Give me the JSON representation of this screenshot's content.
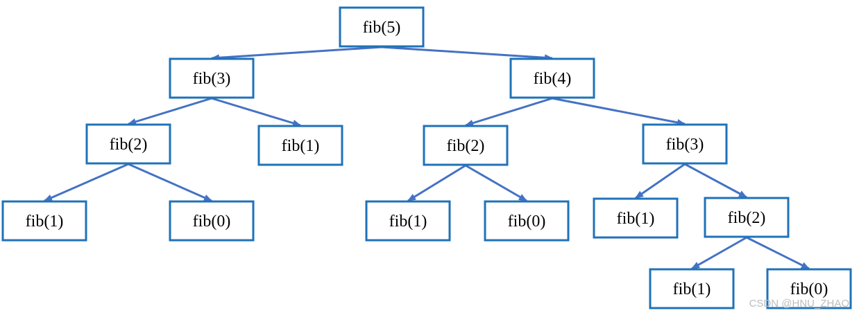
{
  "tree": {
    "nodes": [
      {
        "id": "n0",
        "label": "fib(5)"
      },
      {
        "id": "n1",
        "label": "fib(3)"
      },
      {
        "id": "n2",
        "label": "fib(4)"
      },
      {
        "id": "n3",
        "label": "fib(2)"
      },
      {
        "id": "n4",
        "label": "fib(1)"
      },
      {
        "id": "n5",
        "label": "fib(2)"
      },
      {
        "id": "n6",
        "label": "fib(3)"
      },
      {
        "id": "n7",
        "label": "fib(1)"
      },
      {
        "id": "n8",
        "label": "fib(0)"
      },
      {
        "id": "n9",
        "label": "fib(1)"
      },
      {
        "id": "n10",
        "label": "fib(0)"
      },
      {
        "id": "n11",
        "label": "fib(1)"
      },
      {
        "id": "n12",
        "label": "fib(2)"
      },
      {
        "id": "n13",
        "label": "fib(1)"
      },
      {
        "id": "n14",
        "label": "fib(0)"
      }
    ],
    "edges": [
      [
        "n0",
        "n1"
      ],
      [
        "n0",
        "n2"
      ],
      [
        "n1",
        "n3"
      ],
      [
        "n1",
        "n4"
      ],
      [
        "n2",
        "n5"
      ],
      [
        "n2",
        "n6"
      ],
      [
        "n3",
        "n7"
      ],
      [
        "n3",
        "n8"
      ],
      [
        "n5",
        "n9"
      ],
      [
        "n5",
        "n10"
      ],
      [
        "n6",
        "n11"
      ],
      [
        "n6",
        "n12"
      ],
      [
        "n12",
        "n13"
      ],
      [
        "n12",
        "n14"
      ]
    ],
    "colors": {
      "box_border": "#1f72b8",
      "edge": "#4472c4"
    }
  },
  "watermark": "CSDN @HNU_ZHAO"
}
